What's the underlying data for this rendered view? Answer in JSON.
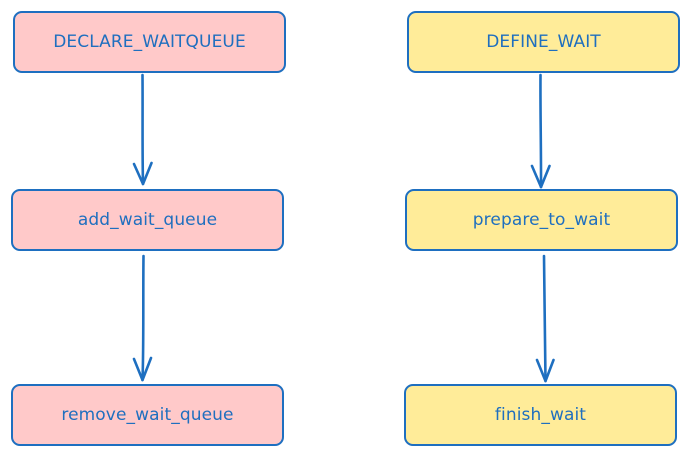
{
  "nodes": {
    "declare_waitqueue": "DECLARE_WAITQUEUE",
    "add_wait_queue": "add_wait_queue",
    "remove_wait_queue": "remove_wait_queue",
    "define_wait": "DEFINE_WAIT",
    "prepare_to_wait": "prepare_to_wait",
    "finish_wait": "finish_wait"
  },
  "edges": [
    {
      "from": "DECLARE_WAITQUEUE",
      "to": "add_wait_queue"
    },
    {
      "from": "add_wait_queue",
      "to": "remove_wait_queue"
    },
    {
      "from": "DEFINE_WAIT",
      "to": "prepare_to_wait"
    },
    {
      "from": "prepare_to_wait",
      "to": "finish_wait"
    }
  ],
  "colors": {
    "left_fill": "#ffc9c9",
    "right_fill": "#ffec99",
    "stroke": "#1e6fc0",
    "text": "#1f6fbf"
  }
}
